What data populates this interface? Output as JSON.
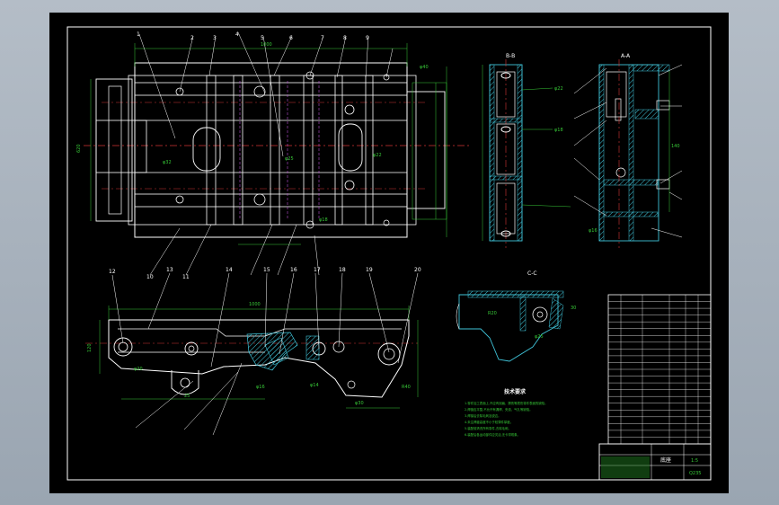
{
  "drawing": {
    "section_labels": [
      "B-B",
      "A-A",
      "C-C"
    ],
    "tech_title": "技术要求",
    "tech_notes": [
      "1.零件加工表面上,不应有划痕、擦伤等损伤零件表面的缺陷。",
      "2.焊缝应平整,不允许有漏焊、夹渣、气孔等缺陷。",
      "3.焊接后去除毛刺及锐边。",
      "4.未注焊缝高度不小于较薄件厚度。",
      "5.装配前清洗所有零件,去除毛刺。",
      "6.装配后各运动部件应灵活,无卡滞现象。"
    ],
    "title_block": {
      "drawing_name": "底座",
      "scale": "1:5",
      "material": "Q235"
    }
  },
  "colors": {
    "background": "#000000",
    "outline": "#ffffff",
    "dimension": "#37c837",
    "hatch": "#3fc3d8",
    "centerline": "#d23434",
    "hidden": "#b84fd6"
  }
}
